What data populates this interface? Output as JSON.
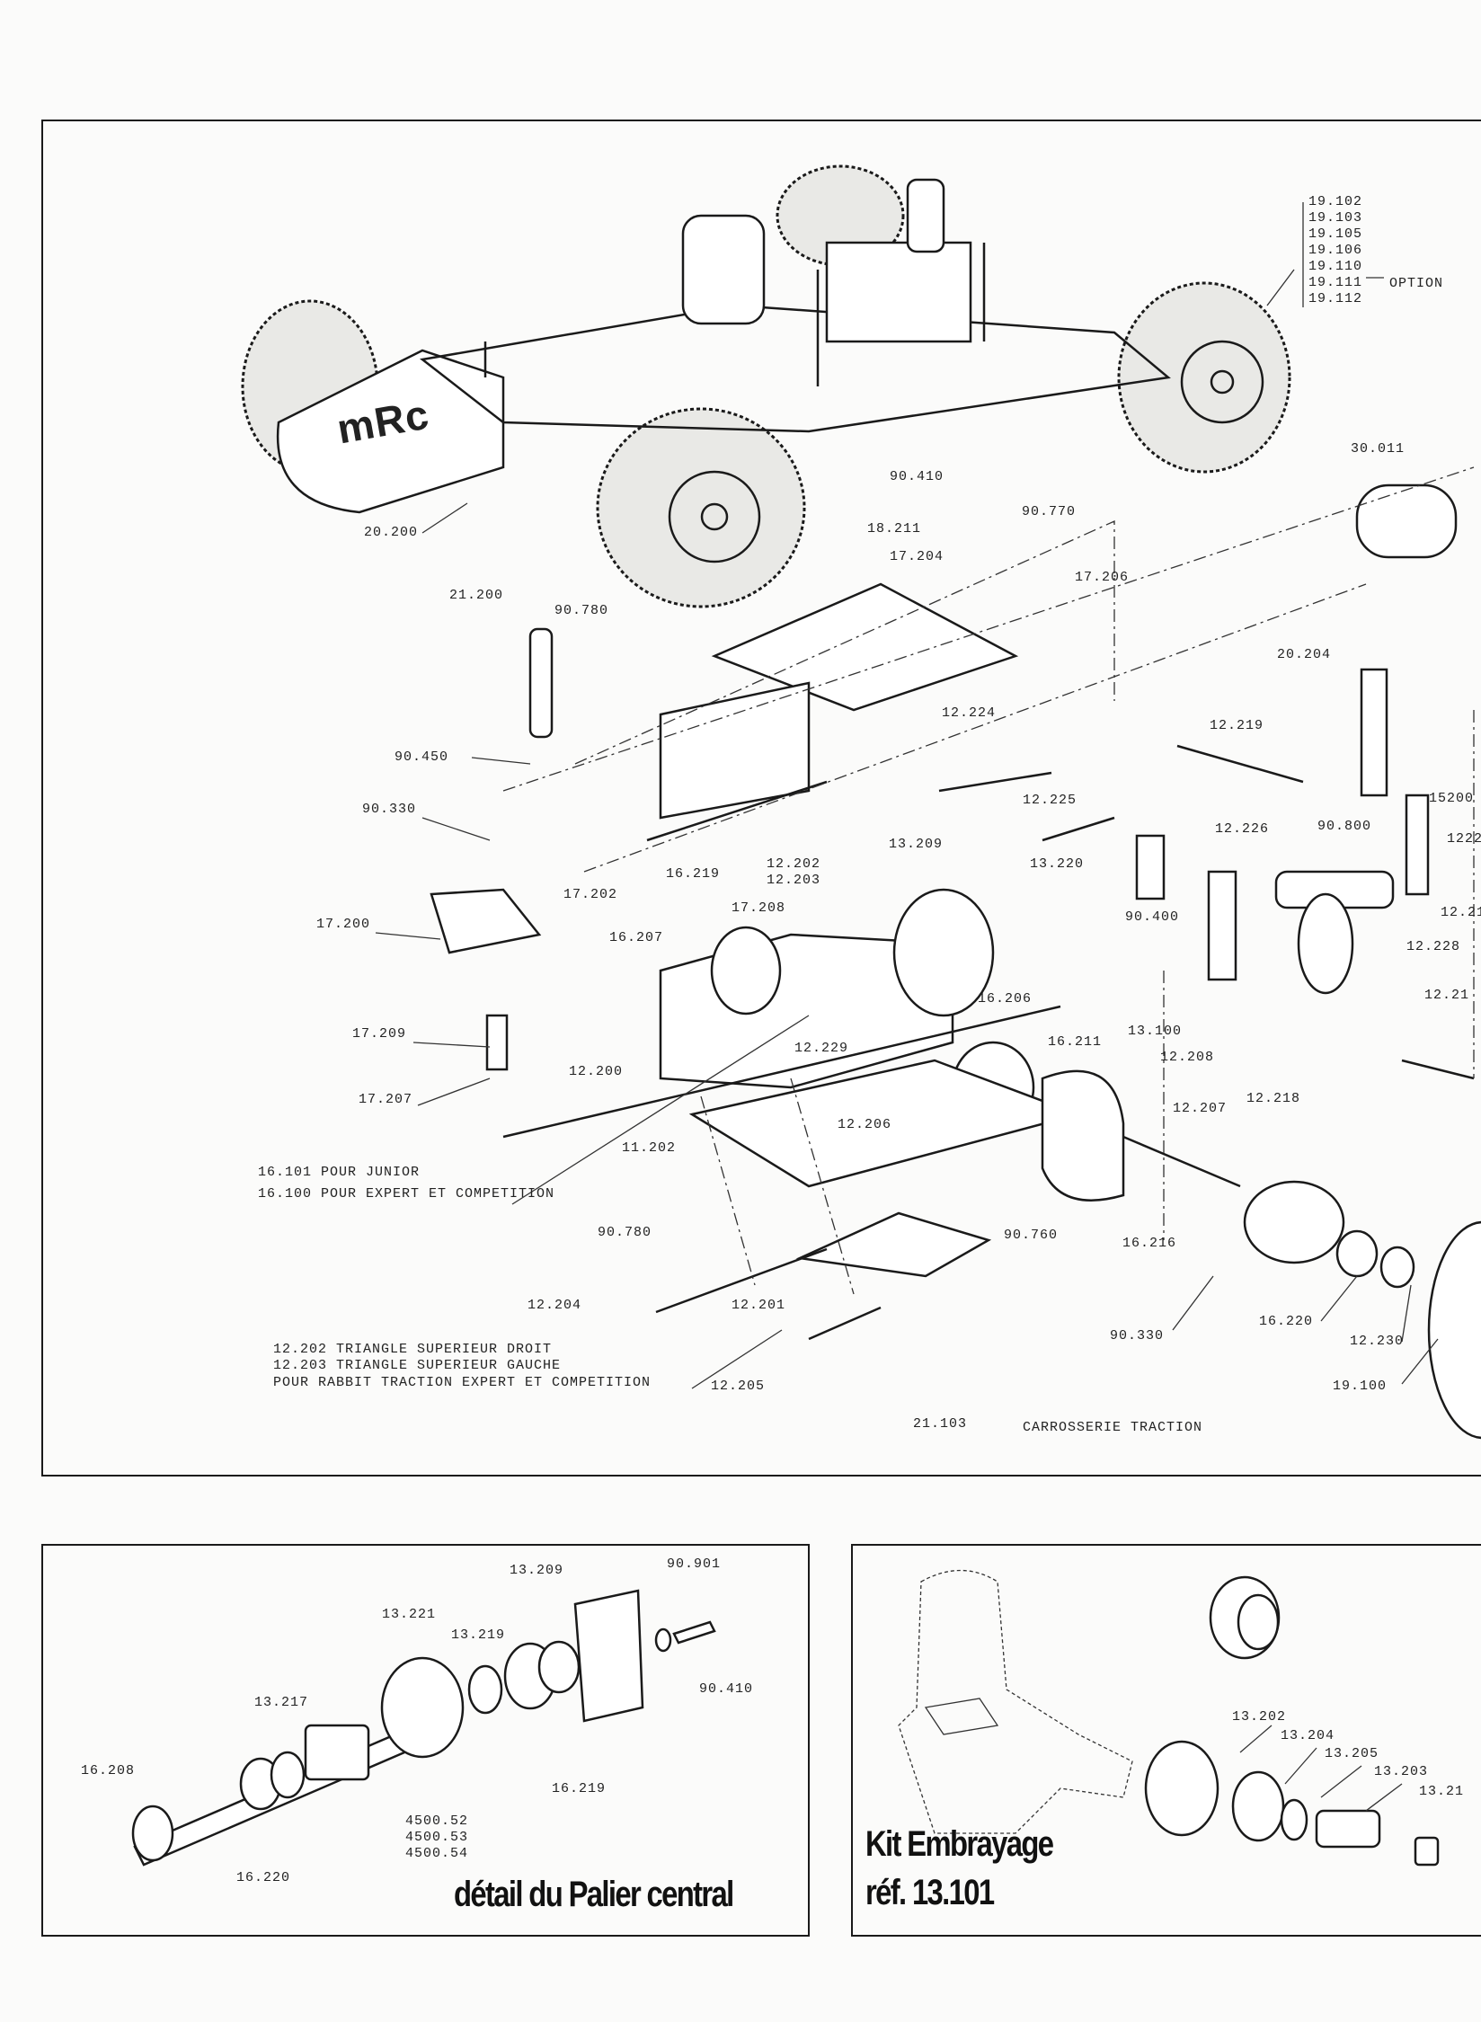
{
  "main": {
    "labels": {
      "l20200": "20.200",
      "l21200": "21.200",
      "l90780a": "90.780",
      "l90410": "90.410",
      "l18211": "18.211",
      "l17204": "17.204",
      "l90770": "90.770",
      "l17206": "17.206",
      "l20204": "20.204",
      "l30011": "30.011",
      "l12224": "12.224",
      "l12219": "12.219",
      "l90450": "90.450",
      "l90330a": "90.330",
      "l12225": "12.225",
      "l12226": "12.226",
      "l90800": "90.800",
      "l15200": "15200",
      "l12229r": "1222",
      "l16219": "16.219",
      "l17202": "17.202",
      "l12202": "12.202",
      "l12203": "12.203",
      "l13209": "13.209",
      "l13220": "13.220",
      "l17208": "17.208",
      "l16207": "16.207",
      "l17200": "17.200",
      "l90400": "90.400",
      "l1221a": "12.21",
      "l12228": "12.228",
      "l1221b": "12.21",
      "l16206": "16.206",
      "l16211": "16.211",
      "l13100": "13.100",
      "l17209": "17.209",
      "l12229": "12.229",
      "l12208": "12.208",
      "l12200": "12.200",
      "l12218": "12.218",
      "l12207": "12.207",
      "l17207": "17.207",
      "l12206": "12.206",
      "l11202": "11.202",
      "l90780b": "90.780",
      "l90760": "90.760",
      "l16216": "16.216",
      "l12204": "12.204",
      "l12201": "12.201",
      "l90330b": "90.330",
      "l16220": "16.220",
      "l12230": "12.230",
      "l19100": "19.100",
      "l12205": "12.205"
    },
    "option_parts": [
      "19.102",
      "19.103",
      "19.105",
      "19.106",
      "19.110",
      "19.111",
      "19.112"
    ],
    "option_label": "OPTION",
    "notes": {
      "n16101": "16.101 POUR JUNIOR",
      "n16100": "16.100 POUR EXPERT ET COMPETITION",
      "n12202": "12.202 TRIANGLE SUPERIEUR DROIT",
      "n12203": "12.203 TRIANGLE SUPERIEUR GAUCHE",
      "nrabbit": "POUR RABBIT TRACTION EXPERT ET COMPETITION"
    },
    "body_ref": "21.103",
    "body_name": "CARROSSERIE TRACTION",
    "logo": "mRc"
  },
  "palier": {
    "labels": {
      "p13209": "13.209",
      "p90901": "90.901",
      "p13221": "13.221",
      "p13219": "13.219",
      "p90410": "90.410",
      "p13217": "13.217",
      "p16208": "16.208",
      "p16219": "16.219",
      "p450052": "4500.52",
      "p450053": "4500.53",
      "p450054": "4500.54",
      "p16220": "16.220"
    },
    "title": "détail du Palier central"
  },
  "clutch": {
    "labels": {
      "c13202": "13.202",
      "c13204": "13.204",
      "c13205": "13.205",
      "c13203": "13.203",
      "c1321": "13.21"
    },
    "title_line1": "Kit Embrayage",
    "title_line2": "réf. 13.101"
  }
}
